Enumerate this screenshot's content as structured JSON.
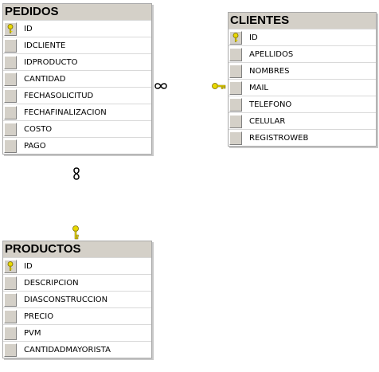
{
  "tables": {
    "pedidos": {
      "title": "PEDIDOS",
      "columns": [
        "ID",
        "IDCLIENTE",
        "IDPRODUCTO",
        "CANTIDAD",
        "FECHASOLICITUD",
        "FECHAFINALIZACION",
        "COSTO",
        "PAGO"
      ]
    },
    "clientes": {
      "title": "CLIENTES",
      "columns": [
        "ID",
        "APELLIDOS",
        "NOMBRES",
        "MAIL",
        "TELEFONO",
        "CELULAR",
        "REGISTROWEB"
      ]
    },
    "productos": {
      "title": "PRODUCTOS",
      "columns": [
        "ID",
        "DESCRIPCION",
        "DIASCONSTRUCCION",
        "PRECIO",
        "PVM",
        "CANTIDADMAYORISTA"
      ]
    }
  },
  "relationships": [
    {
      "from": "pedidos",
      "from_end": "many",
      "to": "clientes",
      "to_end": "one"
    },
    {
      "from": "pedidos",
      "from_end": "many",
      "to": "productos",
      "to_end": "one"
    }
  ],
  "icons": {
    "primary_key": "key-icon",
    "many": "infinity-icon",
    "one": "key-icon"
  },
  "colors": {
    "title_bar": "#d4d0c8",
    "key": "#e8d800"
  }
}
